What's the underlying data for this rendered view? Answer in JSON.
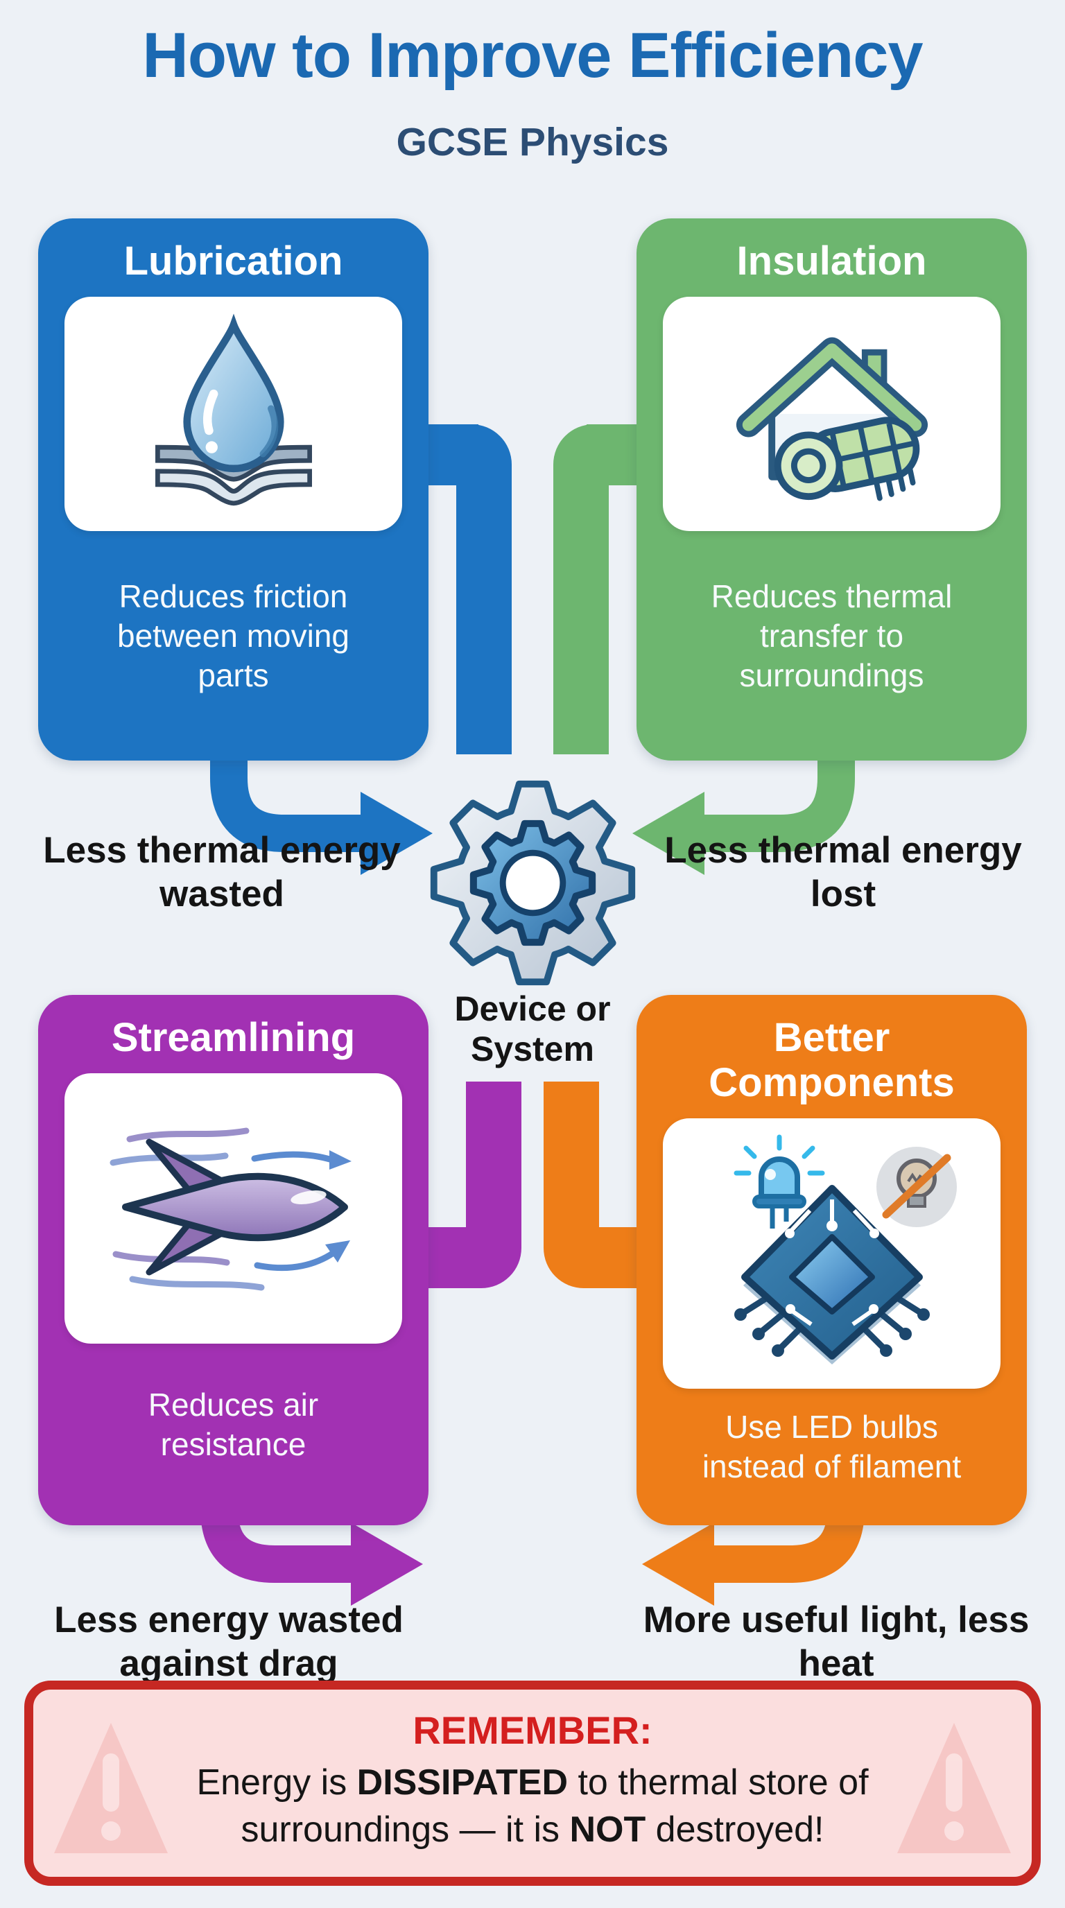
{
  "title": {
    "main": "How to Improve Efficiency",
    "subtitle": "GCSE Physics"
  },
  "cards": {
    "lubrication": {
      "title": "Lubrication",
      "icon": "water-drop-icon",
      "description": "Reduces friction between moving parts",
      "outcome": "Less thermal energy wasted",
      "color": "#1d74c2"
    },
    "insulation": {
      "title": "Insulation",
      "icon": "insulated-house-icon",
      "description": "Reduces thermal transfer to surroundings",
      "outcome": "Less thermal energy lost",
      "color": "#6db66f"
    },
    "streamlining": {
      "title": "Streamlining",
      "icon": "streamlined-body-icon",
      "description": "Reduces air resistance",
      "outcome": "Less energy wasted against drag",
      "color": "#a231b3"
    },
    "better_components": {
      "title": "Better Components",
      "icon": "microchip-led-icon",
      "description": "Use LED bulbs instead of filament",
      "outcome": "More useful light, less heat",
      "color": "#ee7d18"
    }
  },
  "center": {
    "label": "Device or System",
    "icon": "gear-icon"
  },
  "reminder": {
    "heading": "REMEMBER:",
    "part1": "Energy is ",
    "bold1": "DISSIPATED",
    "part2": " to thermal store of surroundings — it is ",
    "bold2": "NOT",
    "part3": " destroyed!"
  },
  "colors": {
    "background": "#edf1f6",
    "title_blue": "#1b69b2",
    "subtitle_navy": "#2c4d74",
    "lubrication_blue": "#1d74c2",
    "insulation_green": "#6db66f",
    "streamlining_purple": "#a231b3",
    "components_orange": "#ee7d18",
    "reminder_border_red": "#c62823",
    "reminder_bg_pink": "#fbdede",
    "outcome_text": "#141414"
  }
}
